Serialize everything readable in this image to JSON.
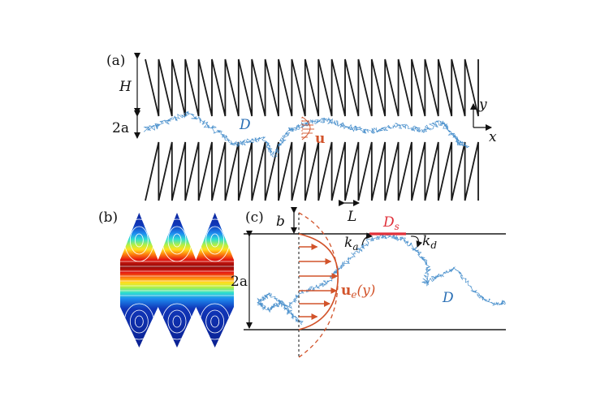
{
  "panel_a": {
    "label": "(a)",
    "h_label": "H",
    "two_a_label": "2a",
    "d_label": "D",
    "u_label": "u",
    "l_label": "L",
    "axis_x": "x",
    "axis_y": "y"
  },
  "panel_b": {
    "label": "(b)"
  },
  "panel_c": {
    "label": "(c)",
    "b_label": "b",
    "two_a_label": "2a",
    "ds_main": "D",
    "ds_sub": "s",
    "ka_main": "k",
    "ka_sub": "a",
    "kd_main": "k",
    "kd_sub": "d",
    "ue_main": "u",
    "ue_sub": "e",
    "ue_arg": "(y)",
    "d_label": "D"
  },
  "colors": {
    "wall": "#1a1a1a",
    "walk": "#3a86c8",
    "flow": "#d2532a",
    "ds_bar": "#e0303a",
    "d_text": "#2a6fb5"
  }
}
